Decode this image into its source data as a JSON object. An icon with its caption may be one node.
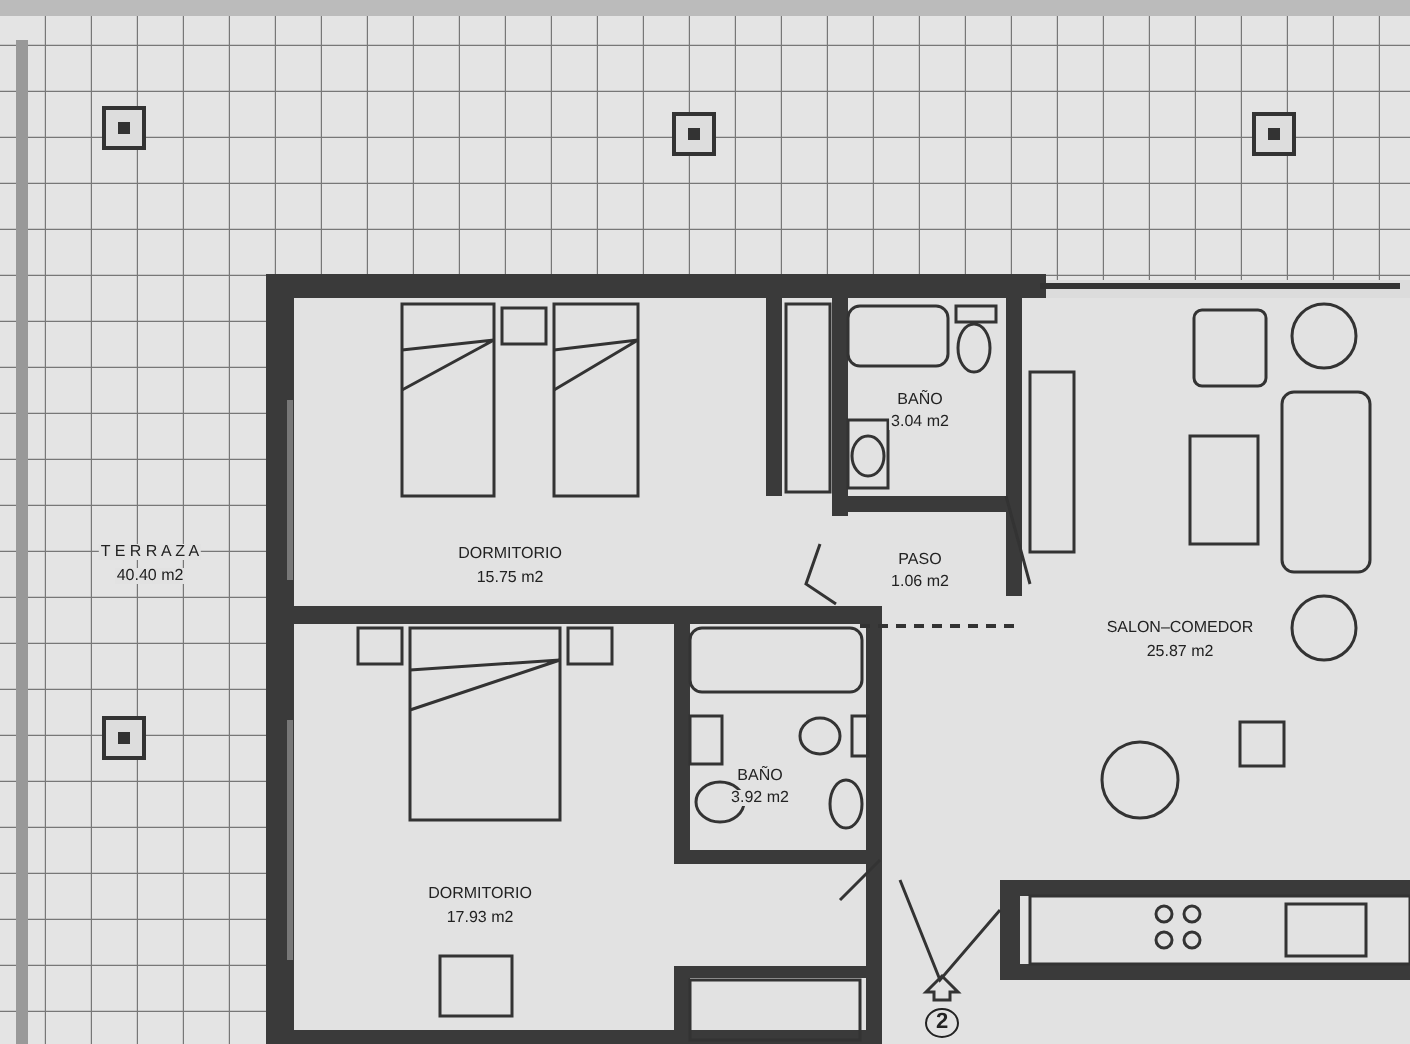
{
  "diagram": {
    "labels": [
      "T E R R A Z A",
      "40.40 m2",
      "DORMITORIO",
      "15.75 m2",
      "BAÑO",
      "3.04 m2",
      "PASO",
      "1.06 m2",
      "SALON–COMEDOR",
      "25.87 m2",
      "BAÑO",
      "3.92 m2",
      "DORMITORIO",
      "17.93 m2",
      "2"
    ]
  }
}
